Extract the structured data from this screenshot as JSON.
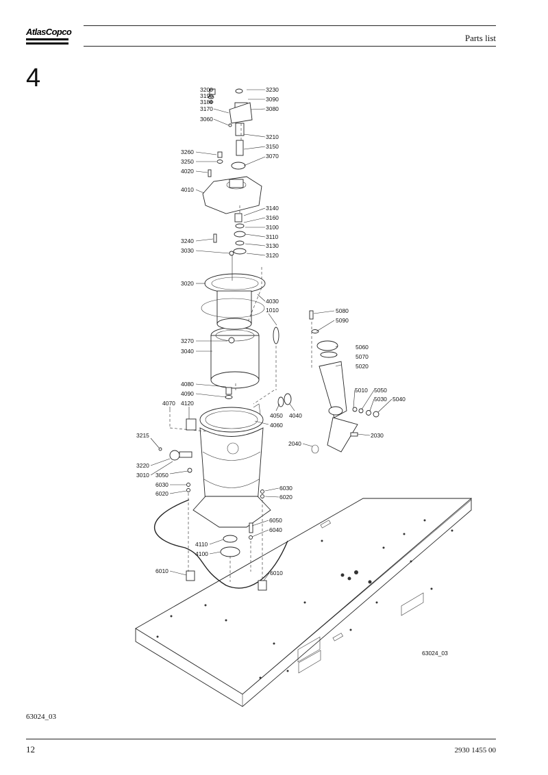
{
  "header": {
    "logo_text": "AtlasCopco",
    "title": "Parts list"
  },
  "section_number": "4",
  "drawing": {
    "reference": "63024_03",
    "labels": [
      "3200",
      "3190",
      "3180",
      "3170",
      "3060",
      "3230",
      "3090",
      "3080",
      "3210",
      "3150",
      "3070",
      "3260",
      "3250",
      "4020",
      "4010",
      "3140",
      "3160",
      "3100",
      "3110",
      "3130",
      "3120",
      "3240",
      "3030",
      "3020",
      "4030",
      "1010",
      "3270",
      "3040",
      "4080",
      "4090",
      "4070",
      "4120",
      "4050",
      "4040",
      "4060",
      "3215",
      "3220",
      "3010",
      "3050",
      "6030",
      "6020",
      "6030",
      "6020",
      "6050",
      "6040",
      "4110",
      "4100",
      "6010",
      "6010",
      "5080",
      "5090",
      "5060",
      "5070",
      "5020",
      "5010",
      "5050",
      "5030",
      "5040",
      "2040",
      "2030"
    ]
  },
  "caption": "63024_03",
  "footer": {
    "page_number": "12",
    "doc_number": "2930 1455 00"
  }
}
